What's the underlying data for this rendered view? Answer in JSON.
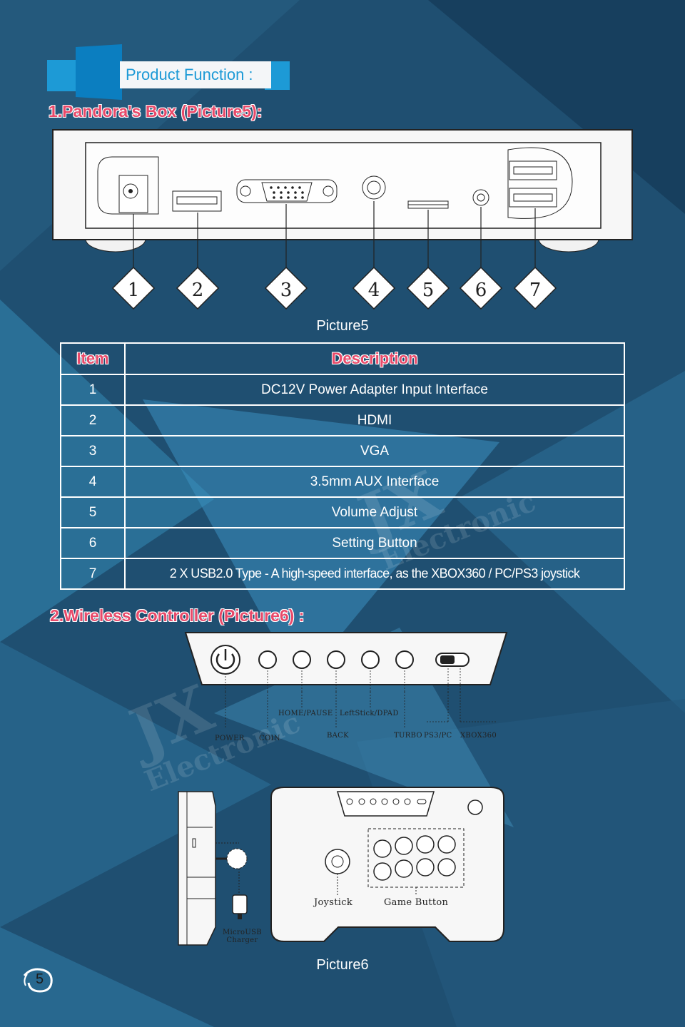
{
  "banner": {
    "title": "Product Function :"
  },
  "section1": {
    "title": "1.Pandora's Box (Picture5):",
    "caption": "Picture5",
    "callouts": [
      "1",
      "2",
      "3",
      "4",
      "5",
      "6",
      "7"
    ]
  },
  "table": {
    "headers": [
      "Item",
      "Description"
    ],
    "rows": [
      {
        "item": "1",
        "desc": "DC12V Power Adapter Input Interface"
      },
      {
        "item": "2",
        "desc": "HDMI"
      },
      {
        "item": "3",
        "desc": "VGA"
      },
      {
        "item": "4",
        "desc": "3.5mm AUX Interface"
      },
      {
        "item": "5",
        "desc": "Volume Adjust"
      },
      {
        "item": "6",
        "desc": "Setting Button"
      },
      {
        "item": "7",
        "desc": "2 X USB2.0 Type - A high-speed interface, as the XBOX360 / PC/PS3 joystick"
      }
    ]
  },
  "section2": {
    "title": "2.Wireless Controller (Picture6)  :",
    "caption": "Picture6",
    "labels": {
      "power": "POWER",
      "coin": "COIN",
      "home": "HOME/PAUSE",
      "back": "BACK",
      "leftstick": "LeftStick/DPAD",
      "turbo": "TURBO",
      "ps3pc": "PS3/PC",
      "xbox": "XBOX360",
      "joystick": "Joystick",
      "game_button": "Game Button",
      "microusb_1": "MicroUSB",
      "microusb_2": "Charger"
    }
  },
  "watermark": {
    "line1": "JX",
    "line2": "Electronic"
  },
  "page_number": "5",
  "colors": {
    "background": "#1f4f71",
    "accent_blue": "#1d9ad6",
    "title_red": "#e84a6a"
  }
}
